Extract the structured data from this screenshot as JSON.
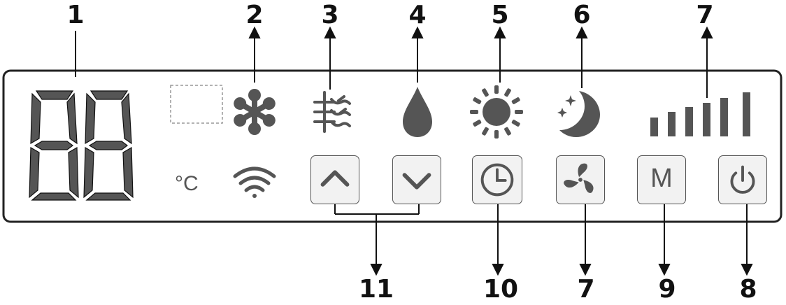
{
  "labels": {
    "n1": "1",
    "n2": "2",
    "n3": "3",
    "n4": "4",
    "n5": "5",
    "n6": "6",
    "n7_top": "7",
    "n11": "11",
    "n10": "10",
    "n7_bottom": "7",
    "n9": "9",
    "n8": "8"
  },
  "display": {
    "unit": "°C"
  },
  "buttons": {
    "mode_label": "M"
  },
  "icons": {
    "digits": "seven-segment-digits-icon",
    "timer_indicator": "dashed-box-icon",
    "cool": "snowflake-icon",
    "dehumidify": "dehumidify-icon",
    "drop": "water-drop-icon",
    "heat": "sun-icon",
    "sleep": "moon-stars-icon",
    "fan_level": "signal-bars-icon",
    "wifi": "wifi-icon",
    "up": "chevron-up-icon",
    "down": "chevron-down-icon",
    "timer": "clock-icon",
    "fan": "fan-icon",
    "power": "power-icon"
  },
  "colors": {
    "icon": "#555555",
    "outline": "#222222",
    "button_fill": "#f2f2f2"
  }
}
